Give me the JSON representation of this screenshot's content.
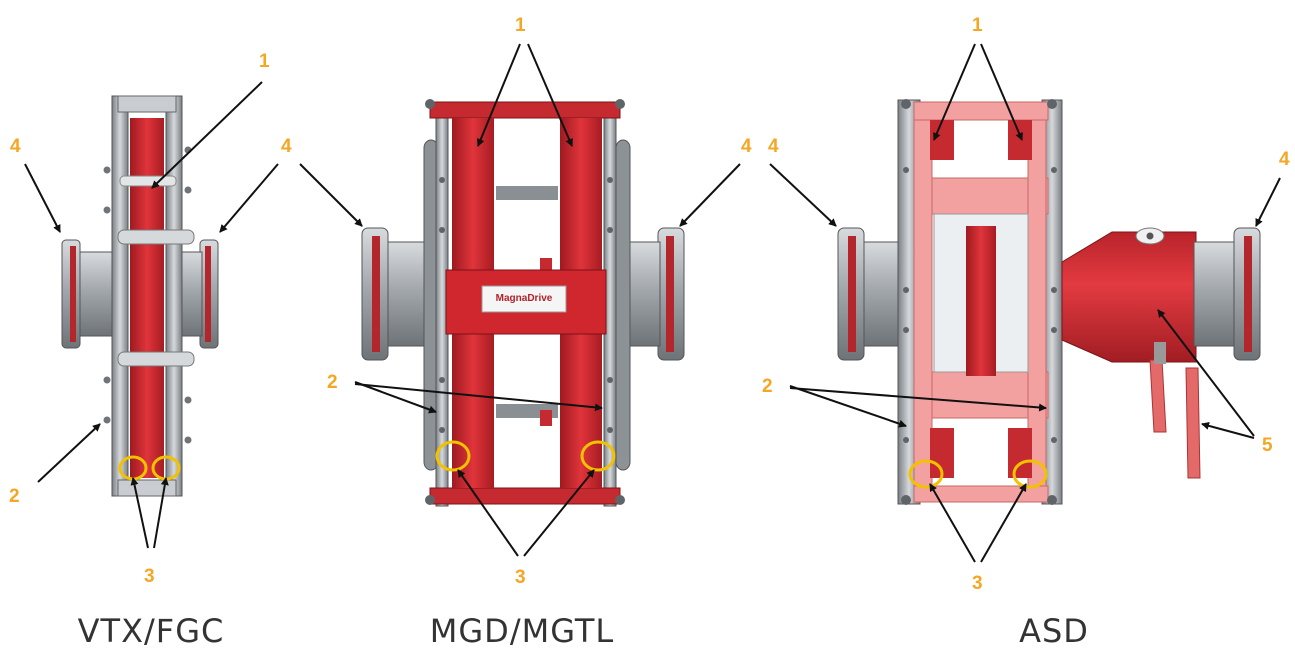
{
  "colors": {
    "red": "#d92b32",
    "pink": "#f3a0a0",
    "steel": "#9ea3a8",
    "callout_number": "#f5a623",
    "callout_circle": "#f2c200",
    "caption": "#333333"
  },
  "figures": [
    {
      "caption": "VTX/FGC",
      "callouts": [
        "1",
        "2",
        "3",
        "4",
        "4"
      ]
    },
    {
      "caption": "MGD/MGTL",
      "label_plate": "MagnaDrive",
      "callouts": [
        "1",
        "2",
        "3",
        "4"
      ]
    },
    {
      "caption": "ASD",
      "callouts": [
        "1",
        "2",
        "3",
        "4",
        "4",
        "5"
      ]
    }
  ]
}
